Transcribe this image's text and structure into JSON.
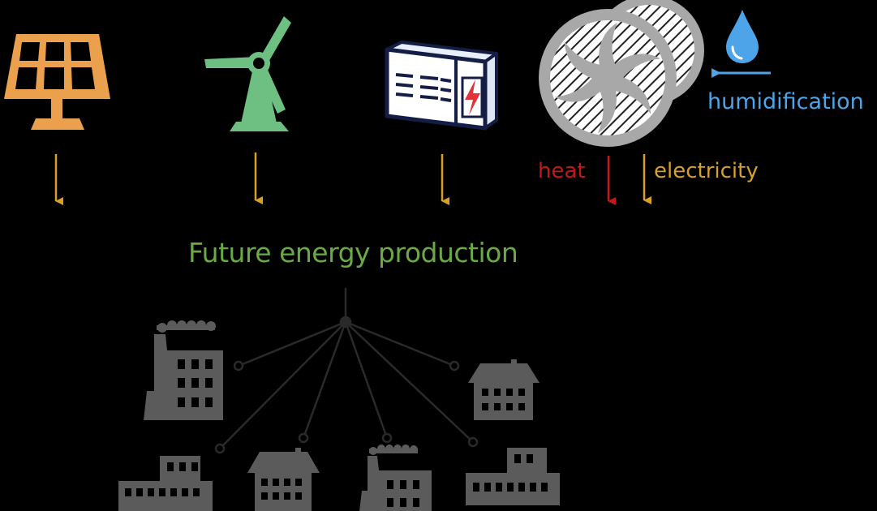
{
  "diagram": {
    "title": "Future energy production",
    "labels": {
      "heat": "heat",
      "electricity": "electricity",
      "humidification": "humidification"
    },
    "colors": {
      "solar": "#eba04d",
      "wind": "#6dc081",
      "arrow_down": "#d6a02a",
      "heat": "#c41818",
      "humidification": "#4ea4e8",
      "title": "#6aaa45",
      "buildings": "#5b5b5b",
      "network": "#2a2a2a"
    },
    "sources": [
      {
        "name": "solar-panel-icon"
      },
      {
        "name": "wind-turbine-icon"
      },
      {
        "name": "battery-storage-icon"
      },
      {
        "name": "fuel-cell-fan-icon"
      }
    ],
    "consumers": [
      {
        "name": "factory-icon"
      },
      {
        "name": "house-icon"
      },
      {
        "name": "apartment-building-icon"
      },
      {
        "name": "house-icon"
      },
      {
        "name": "factory-icon"
      },
      {
        "name": "apartment-building-icon"
      }
    ]
  }
}
